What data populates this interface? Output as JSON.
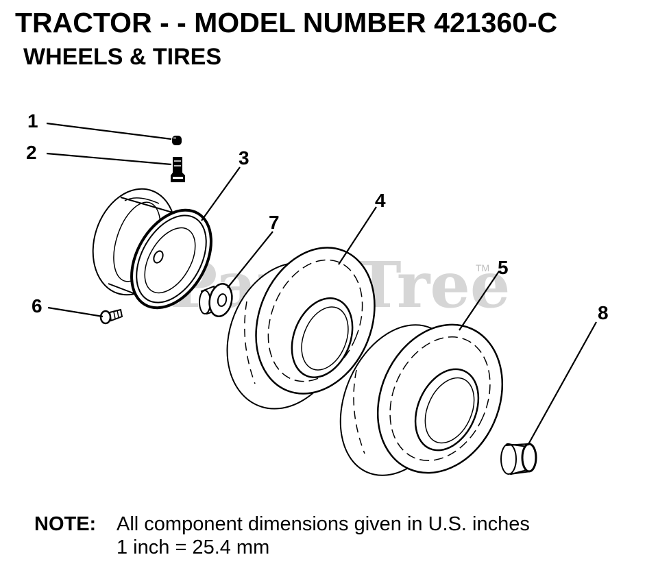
{
  "header": {
    "title": "TRACTOR - - MODEL NUMBER 421360-C",
    "subtitle": "WHEELS & TIRES"
  },
  "watermark": {
    "text": "PartsTree",
    "tm": "TM"
  },
  "callouts": [
    "1",
    "2",
    "3",
    "4",
    "5",
    "6",
    "7",
    "8"
  ],
  "note": {
    "label": "NOTE:",
    "line1": "All component dimensions given in U.S. inches",
    "line2": "1 inch = 25.4 mm"
  }
}
